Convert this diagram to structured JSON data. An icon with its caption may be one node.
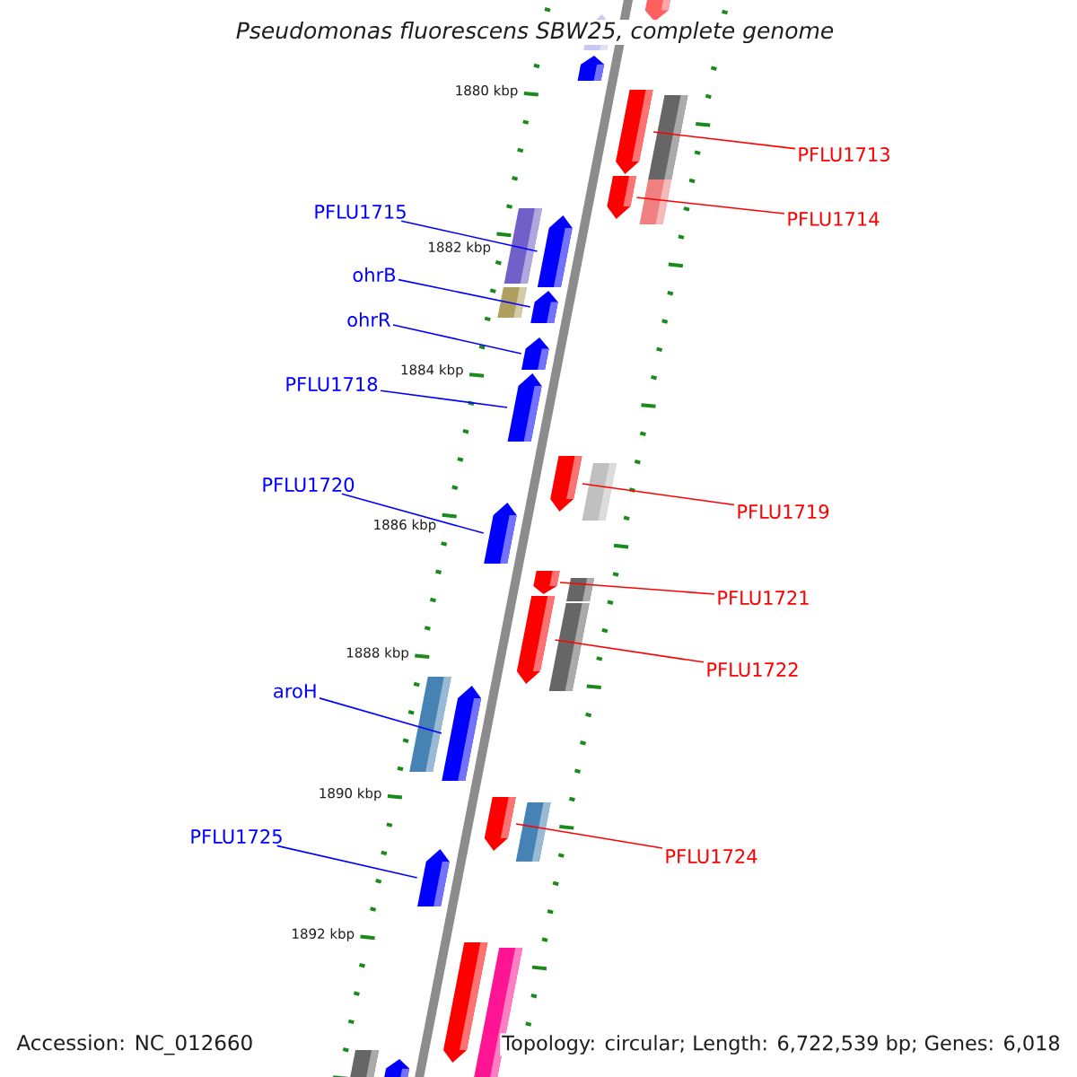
{
  "diagram": {
    "title": "Pseudomonas fluorescens SBW25, complete genome",
    "nodes": [
      {
        "text": [
          "PFLU1713"
        ]
      },
      {
        "text": [
          "PFLU1714"
        ]
      },
      {
        "text": [
          "PFLU1715"
        ]
      },
      {
        "text": [
          "ohrB"
        ]
      },
      {
        "text": [
          "ohrR"
        ]
      },
      {
        "text": [
          "PFLU1718"
        ]
      },
      {
        "text": [
          "PFLU1720"
        ]
      },
      {
        "text": [
          "PFLU1719"
        ]
      },
      {
        "text": [
          "PFLU1721"
        ]
      },
      {
        "text": [
          "PFLU1722"
        ]
      },
      {
        "text": [
          "aroH"
        ]
      },
      {
        "text": [
          "PFLU1725"
        ]
      },
      {
        "text": [
          "PFLU1724"
        ]
      },
      {
        "text": [],
        "shape": "pentagon"
      },
      {
        "text": [],
        "shape": "pentagon"
      },
      {
        "text": [],
        "shape": "pentagon"
      },
      {
        "text": [],
        "shape": "pentagon"
      },
      {
        "text": [],
        "shape": "pentagon"
      },
      {
        "text": [],
        "shape": "pentagon"
      },
      {
        "text": [],
        "shape": "pentagon"
      },
      {
        "text": [],
        "shape": "pentagon"
      },
      {
        "text": [],
        "shape": "pentagon"
      },
      {
        "text": [],
        "shape": "pentagon"
      },
      {
        "text": [],
        "shape": "pentagon"
      },
      {
        "text": [],
        "shape": "pentagon"
      },
      {
        "text": [],
        "shape": "pentagon"
      }
    ],
    "edges": [
      {
        "from": 0,
        "to": 13,
        "arrow": "none",
        "color": "#ff0000"
      },
      {
        "from": 1,
        "to": 14,
        "arrow": "none",
        "color": "#ff0000"
      },
      {
        "from": 2,
        "to": 15,
        "arrow": "none",
        "color": "#0000ff"
      },
      {
        "from": 3,
        "to": 16,
        "arrow": "none",
        "color": "#0000ff"
      },
      {
        "from": 4,
        "to": 17,
        "arrow": "none",
        "color": "#0000ff"
      },
      {
        "from": 5,
        "to": 18,
        "arrow": "none",
        "color": "#0000ff"
      },
      {
        "from": 6,
        "to": 20,
        "arrow": "none",
        "color": "#0000ff"
      },
      {
        "from": 7,
        "to": 19,
        "arrow": "none",
        "color": "#ff0000"
      },
      {
        "from": 8,
        "to": 21,
        "arrow": "none",
        "color": "#ff0000"
      },
      {
        "from": 9,
        "to": 22,
        "arrow": "none",
        "color": "#ff0000"
      },
      {
        "from": 10,
        "to": 23,
        "arrow": "none",
        "color": "#0000ff"
      },
      {
        "from": 11,
        "to": 25,
        "arrow": "none",
        "color": "#0000ff"
      },
      {
        "from": 12,
        "to": 24,
        "arrow": "none",
        "color": "#ff0000"
      }
    ],
    "labels": [
      "1880 kbp",
      "1882 kbp",
      "1884 kbp",
      "1886 kbp",
      "1888 kbp",
      "1890 kbp",
      "1892 kbp",
      "Accession: NC_012660",
      "Topology: circular; Length: 6,722,539 bp; Genes: 6,018"
    ]
  }
}
